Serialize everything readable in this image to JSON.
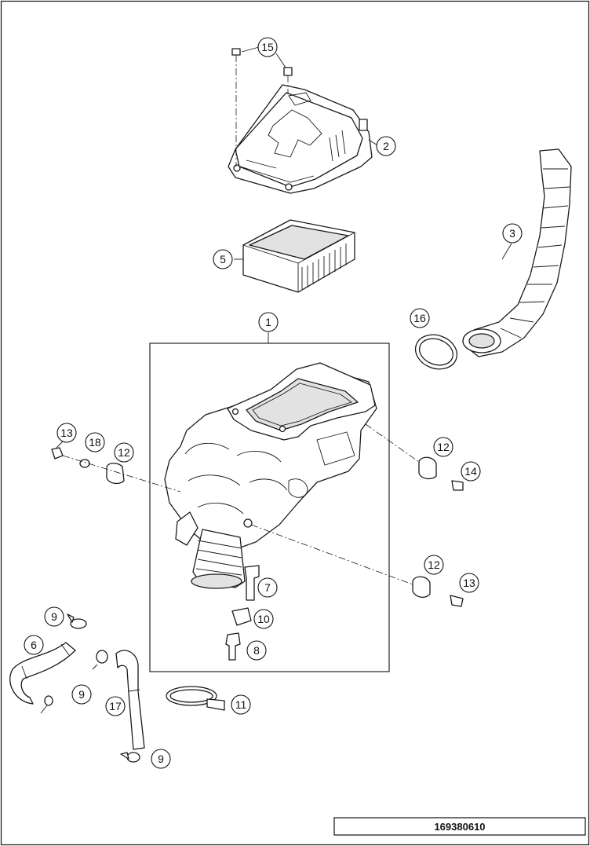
{
  "callouts": [
    {
      "id": "c15",
      "label": "15"
    },
    {
      "id": "c2",
      "label": "2"
    },
    {
      "id": "c3",
      "label": "3"
    },
    {
      "id": "c5",
      "label": "5"
    },
    {
      "id": "c16",
      "label": "16"
    },
    {
      "id": "c1",
      "label": "1"
    },
    {
      "id": "c13a",
      "label": "13"
    },
    {
      "id": "c18",
      "label": "18"
    },
    {
      "id": "c12a",
      "label": "12"
    },
    {
      "id": "c12b",
      "label": "12"
    },
    {
      "id": "c14",
      "label": "14"
    },
    {
      "id": "c12c",
      "label": "12"
    },
    {
      "id": "c13b",
      "label": "13"
    },
    {
      "id": "c7",
      "label": "7"
    },
    {
      "id": "c10",
      "label": "10"
    },
    {
      "id": "c8",
      "label": "8"
    },
    {
      "id": "c9a",
      "label": "9"
    },
    {
      "id": "c6",
      "label": "6"
    },
    {
      "id": "c9b",
      "label": "9"
    },
    {
      "id": "c17",
      "label": "17"
    },
    {
      "id": "c11",
      "label": "11"
    },
    {
      "id": "c9c",
      "label": "9"
    }
  ],
  "reference_number": "169380610"
}
